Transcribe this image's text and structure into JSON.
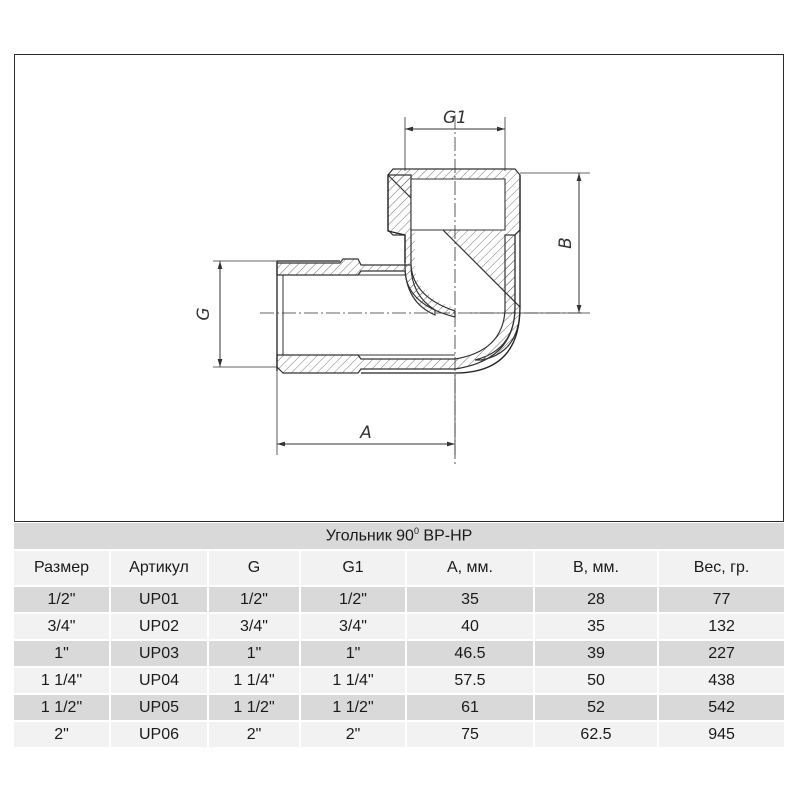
{
  "drawing": {
    "labels": {
      "g1": "G1",
      "b": "B",
      "g": "G",
      "a": "A"
    }
  },
  "table": {
    "title": {
      "main": "Угольник 90",
      "sup": "0",
      "suffix": " ВР-НР"
    },
    "columns": [
      "Размер",
      "Артикул",
      "G",
      "G1",
      "А, мм.",
      "В, мм.",
      "Вес, гр."
    ],
    "rows": [
      [
        "1/2\"",
        "UP01",
        "1/2\"",
        "1/2\"",
        "35",
        "28",
        "77"
      ],
      [
        "3/4\"",
        "UP02",
        "3/4\"",
        "3/4\"",
        "40",
        "35",
        "132"
      ],
      [
        "1\"",
        "UP03",
        "1\"",
        "1\"",
        "46.5",
        "39",
        "227"
      ],
      [
        "1 1/4\"",
        "UP04",
        "1 1/4\"",
        "1 1/4\"",
        "57.5",
        "50",
        "438"
      ],
      [
        "1 1/2\"",
        "UP05",
        "1 1/2\"",
        "1 1/2\"",
        "61",
        "52",
        "542"
      ],
      [
        "2\"",
        "UP06",
        "2\"",
        "2\"",
        "75",
        "62.5",
        "945"
      ]
    ]
  }
}
